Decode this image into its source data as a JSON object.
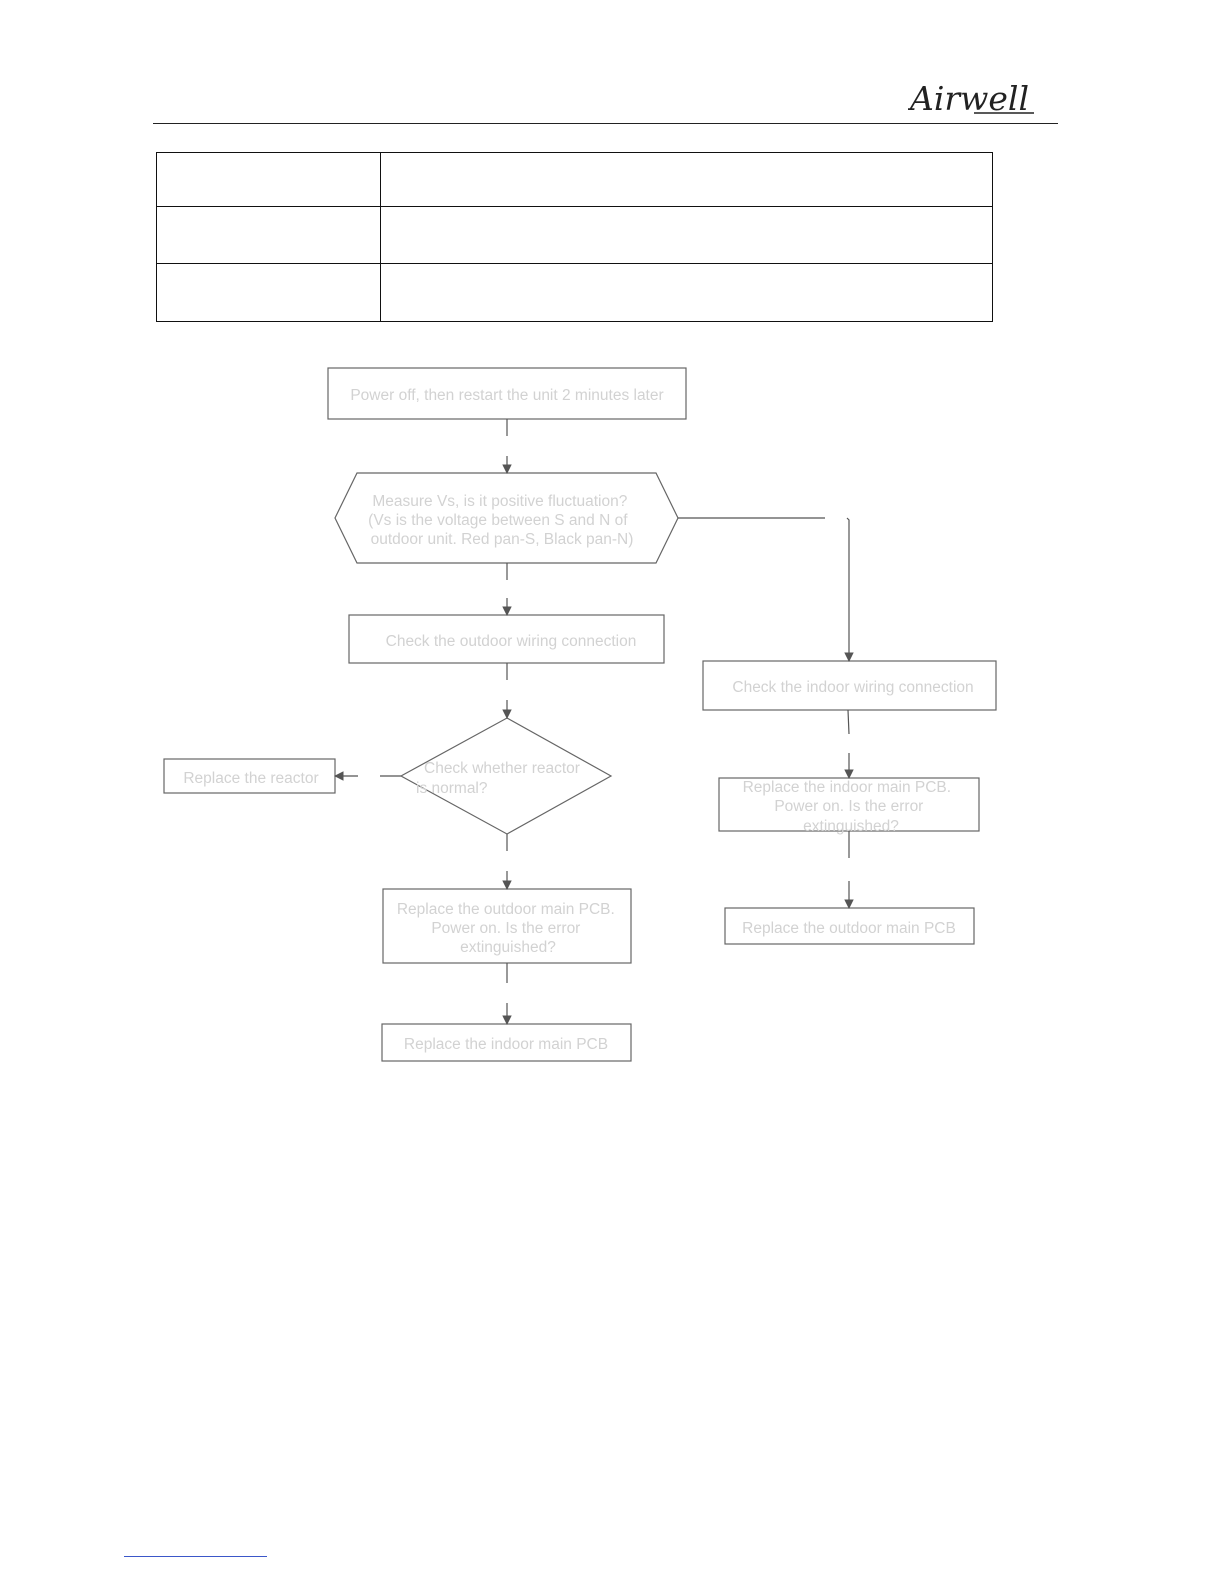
{
  "header": {
    "logo_text": "Airwell"
  },
  "info_table": {
    "rows": [
      {
        "label": "",
        "value": ""
      },
      {
        "label": "",
        "value": ""
      },
      {
        "label": "",
        "value": ""
      }
    ]
  },
  "flowchart": {
    "step_restart": [
      "Power off, then restart the unit 2 minutes later"
    ],
    "decision_measure_vs": [
      "Measure  Vs, is it  positive fluctuation?",
      "(Vs is the voltage between S and N of",
      "outdoor unit. Red pan-S, Black pan-N)"
    ],
    "step_check_outdoor_wiring": [
      "Check the outdoor wiring connection"
    ],
    "step_check_indoor_wiring": [
      "Check the indoor wiring connection"
    ],
    "decision_check_reactor": [
      "Check whether reactor",
      "is normal?"
    ],
    "step_replace_reactor": [
      "Replace  the reactor"
    ],
    "step_replace_outdoor_pcb_check": [
      "Replace the outdoor main PCB.",
      "Power on. Is the error",
      "extinguished?"
    ],
    "step_replace_indoor_pcb_check": [
      "Replace the indoor main PCB.",
      "Power on. Is the error",
      "extinguished?"
    ],
    "step_replace_indoor_pcb": [
      "Replace the indoor main PCB"
    ],
    "step_replace_outdoor_pcb": [
      "Replace  the outdoor main PCB"
    ]
  }
}
